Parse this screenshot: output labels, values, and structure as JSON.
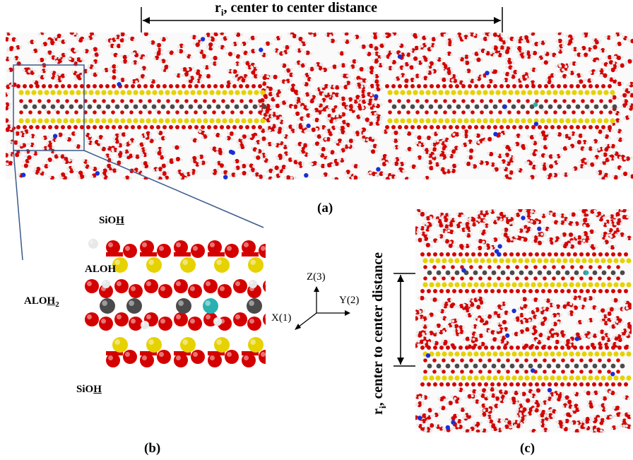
{
  "top_annotation": {
    "r": "r",
    "sub": "i",
    "rest": ", center to center distance"
  },
  "side_annotation": {
    "r": "r",
    "sub": "i",
    "rest": ", center to center distance"
  },
  "panel_labels": {
    "a": "(a)",
    "b": "(b)",
    "c": "(c)"
  },
  "chem_labels": {
    "sioh_top": {
      "pre": "SiO",
      "ul": "H",
      "post": ""
    },
    "aloh": {
      "pre": "ALOH",
      "ul": "",
      "post": ""
    },
    "aloh2": {
      "pre": "ALO",
      "ul": "H",
      "post": "2"
    },
    "sioh_bottom": {
      "pre": "SiO",
      "ul": "H",
      "post": ""
    }
  },
  "axes": {
    "z": "Z(3)",
    "y": "Y(2)",
    "x": "X(1)"
  },
  "colors": {
    "oxygen": "#d40000",
    "silicon": "#e6d200",
    "aluminum": "#4a4a4a",
    "hydrogen": "#e8e8e8",
    "sodium": "#1a2fd6",
    "substituted": "#2ab0b0",
    "zoom_box": "#3a5a8c"
  }
}
